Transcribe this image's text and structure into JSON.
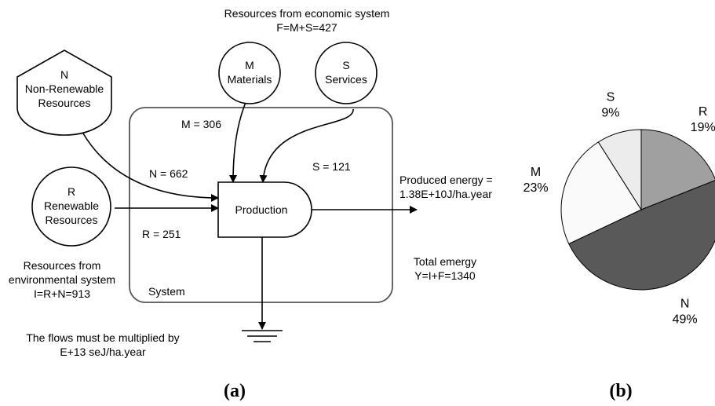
{
  "diagram": {
    "economic_heading": "Resources from economic system",
    "economic_formula": "F=M+S=427",
    "nodes": {
      "n": {
        "letter": "N",
        "line1": "Non-Renewable",
        "line2": "Resources"
      },
      "r": {
        "letter": "R",
        "line1": "Renewable",
        "line2": "Resources"
      },
      "m": {
        "letter": "M",
        "line1": "Materials"
      },
      "s": {
        "letter": "S",
        "line1": "Services"
      }
    },
    "flows": {
      "m": "M = 306",
      "n": "N = 662",
      "s": "S = 121",
      "r": "R = 251"
    },
    "production_label": "Production",
    "system_label": "System",
    "produced_energy_line1": "Produced energy =",
    "produced_energy_line2": "1.38E+10J/ha.year",
    "total_emergy_line1": "Total emergy",
    "total_emergy_line2": "Y=I+F=1340",
    "env_line1": "Resources from",
    "env_line2": "environmental system",
    "env_line3": "I=R+N=913",
    "note_line1": "The flows must be multiplied by",
    "note_line2": "E+13 seJ/ha.year",
    "panel_label": "(a)"
  },
  "chart_data": {
    "type": "pie",
    "panel_label": "(b)",
    "slices": [
      {
        "letter": "R",
        "value": 19,
        "label": "19%",
        "color": "#a0a0a0"
      },
      {
        "letter": "N",
        "value": 49,
        "label": "49%",
        "color": "#595959"
      },
      {
        "letter": "M",
        "value": 23,
        "label": "23%",
        "color": "#fafafa"
      },
      {
        "letter": "S",
        "value": 9,
        "label": "9%",
        "color": "#ececec"
      }
    ]
  }
}
